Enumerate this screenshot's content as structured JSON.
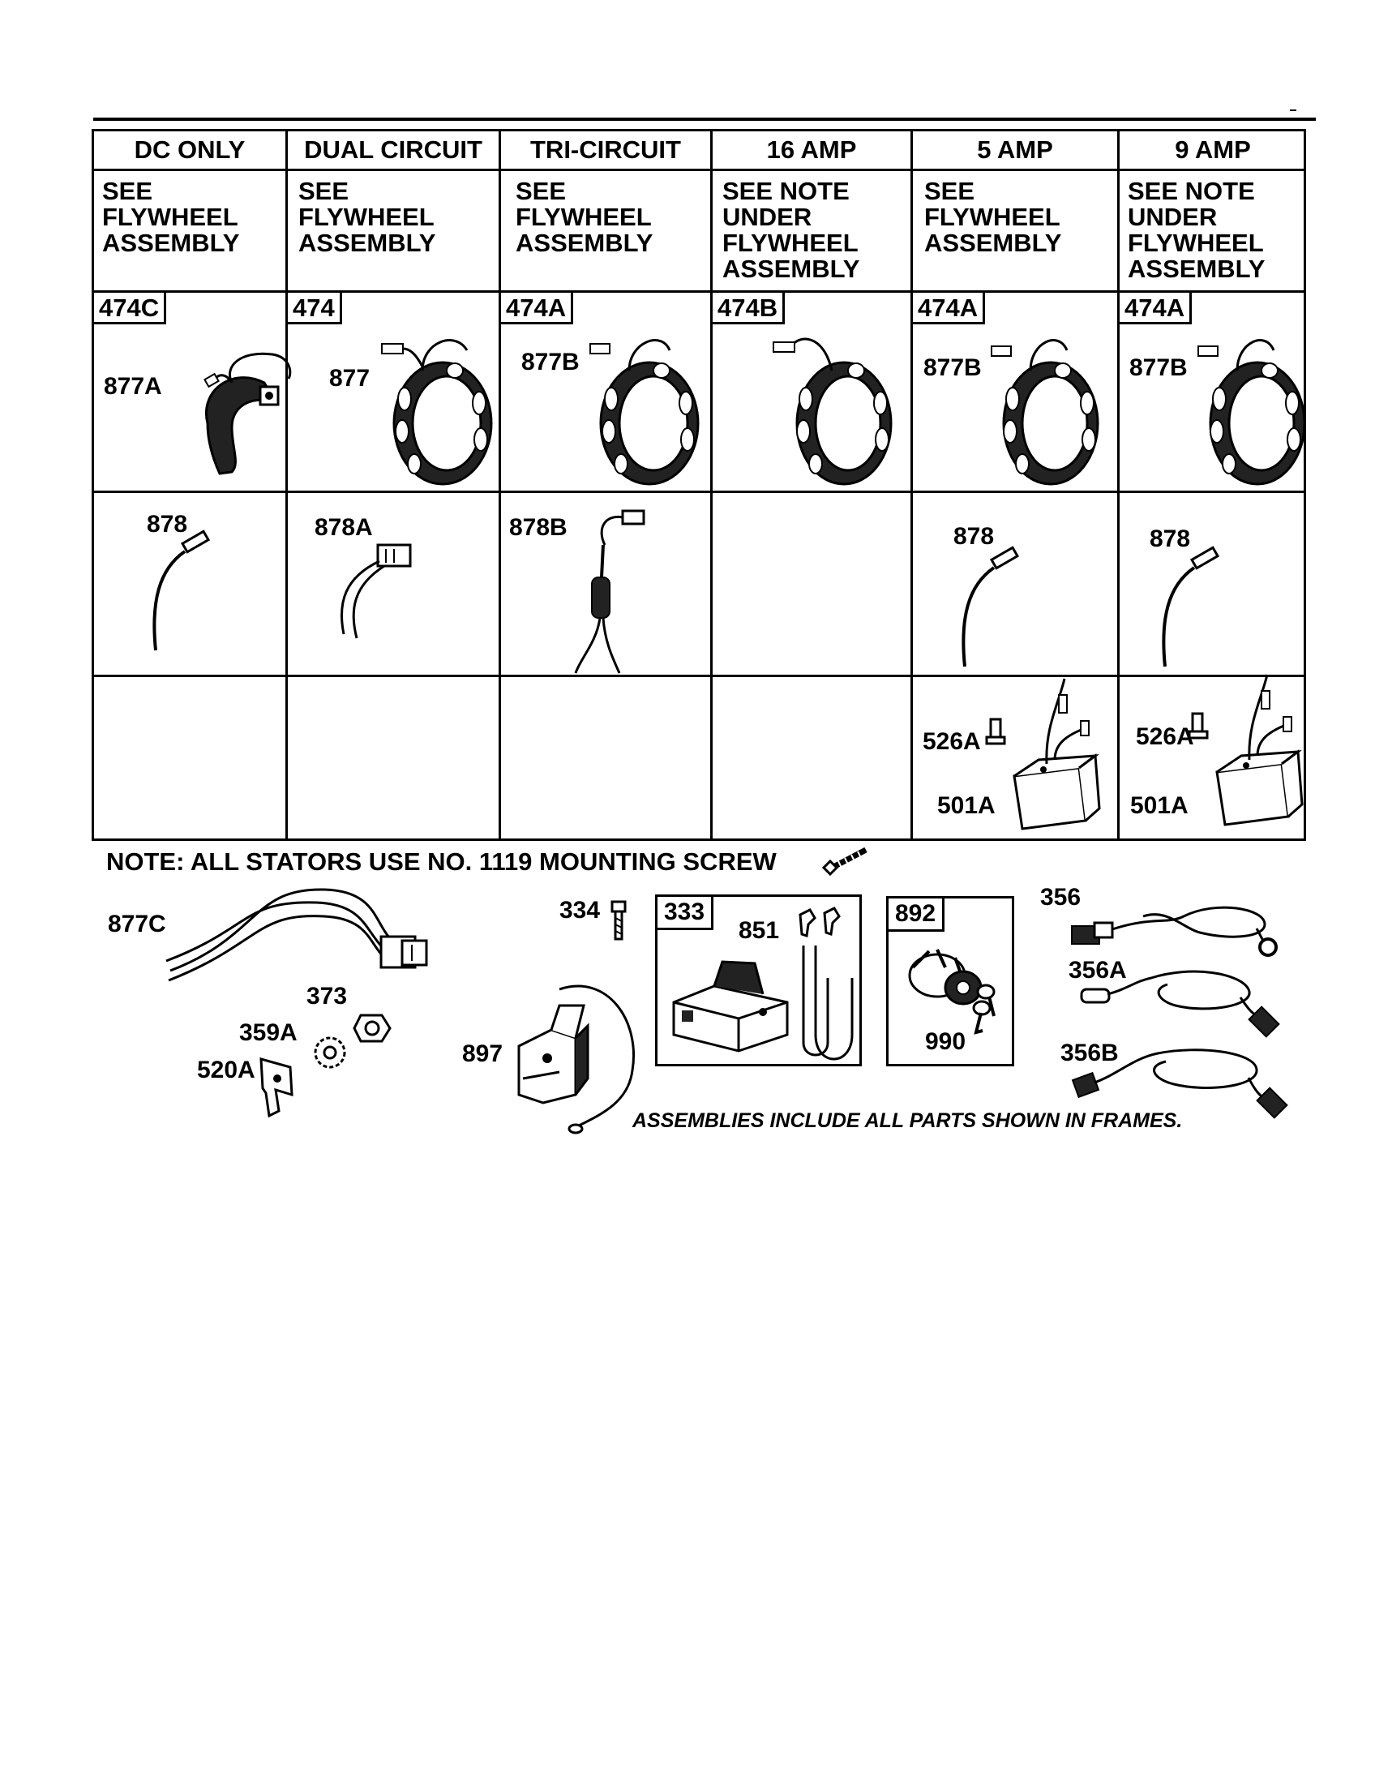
{
  "columns": [
    {
      "header": "DC ONLY",
      "note": "SEE\nFLYWHEEL\nASSEMBLY",
      "ref": "474C",
      "stator_label": "877A",
      "rectifier_label": "878"
    },
    {
      "header": "DUAL CIRCUIT",
      "note": "SEE\nFLYWHEEL\nASSEMBLY",
      "ref": "474",
      "stator_label": "877",
      "rectifier_label": "878A"
    },
    {
      "header": "TRI-CIRCUIT",
      "note": "SEE\nFLYWHEEL\nASSEMBLY",
      "ref": "474A",
      "stator_label": "877B",
      "rectifier_label": "878B"
    },
    {
      "header": "16 AMP",
      "note": "SEE NOTE\nUNDER\nFLYWHEEL\nASSEMBLY",
      "ref": "474B",
      "stator_label": "",
      "rectifier_label": ""
    },
    {
      "header": "5 AMP",
      "note": "SEE\nFLYWHEEL\nASSEMBLY",
      "ref": "474A",
      "stator_label": "877B",
      "rectifier_label": "878",
      "screw_label": "526A",
      "regulator_label": "501A"
    },
    {
      "header": "9 AMP",
      "note": "SEE NOTE\nUNDER\nFLYWHEEL\nASSEMBLY",
      "ref": "474A",
      "stator_label": "877B",
      "rectifier_label": "878",
      "screw_label": "526A",
      "regulator_label": "501A"
    }
  ],
  "bottom_note": "NOTE: ALL STATORS USE NO. 1119 MOUNTING SCREW",
  "parts": {
    "harness": "877C",
    "nut": "373",
    "washer": "359A",
    "bracket": "520A",
    "armature": "897",
    "screw": "334",
    "frame_coil": "333",
    "clip": "851",
    "frame_switch": "892",
    "key": "990",
    "wire_a": "356",
    "wire_b": "356A",
    "wire_c": "356B"
  },
  "assemblies_note": "ASSEMBLIES INCLUDE ALL PARTS SHOWN IN FRAMES."
}
